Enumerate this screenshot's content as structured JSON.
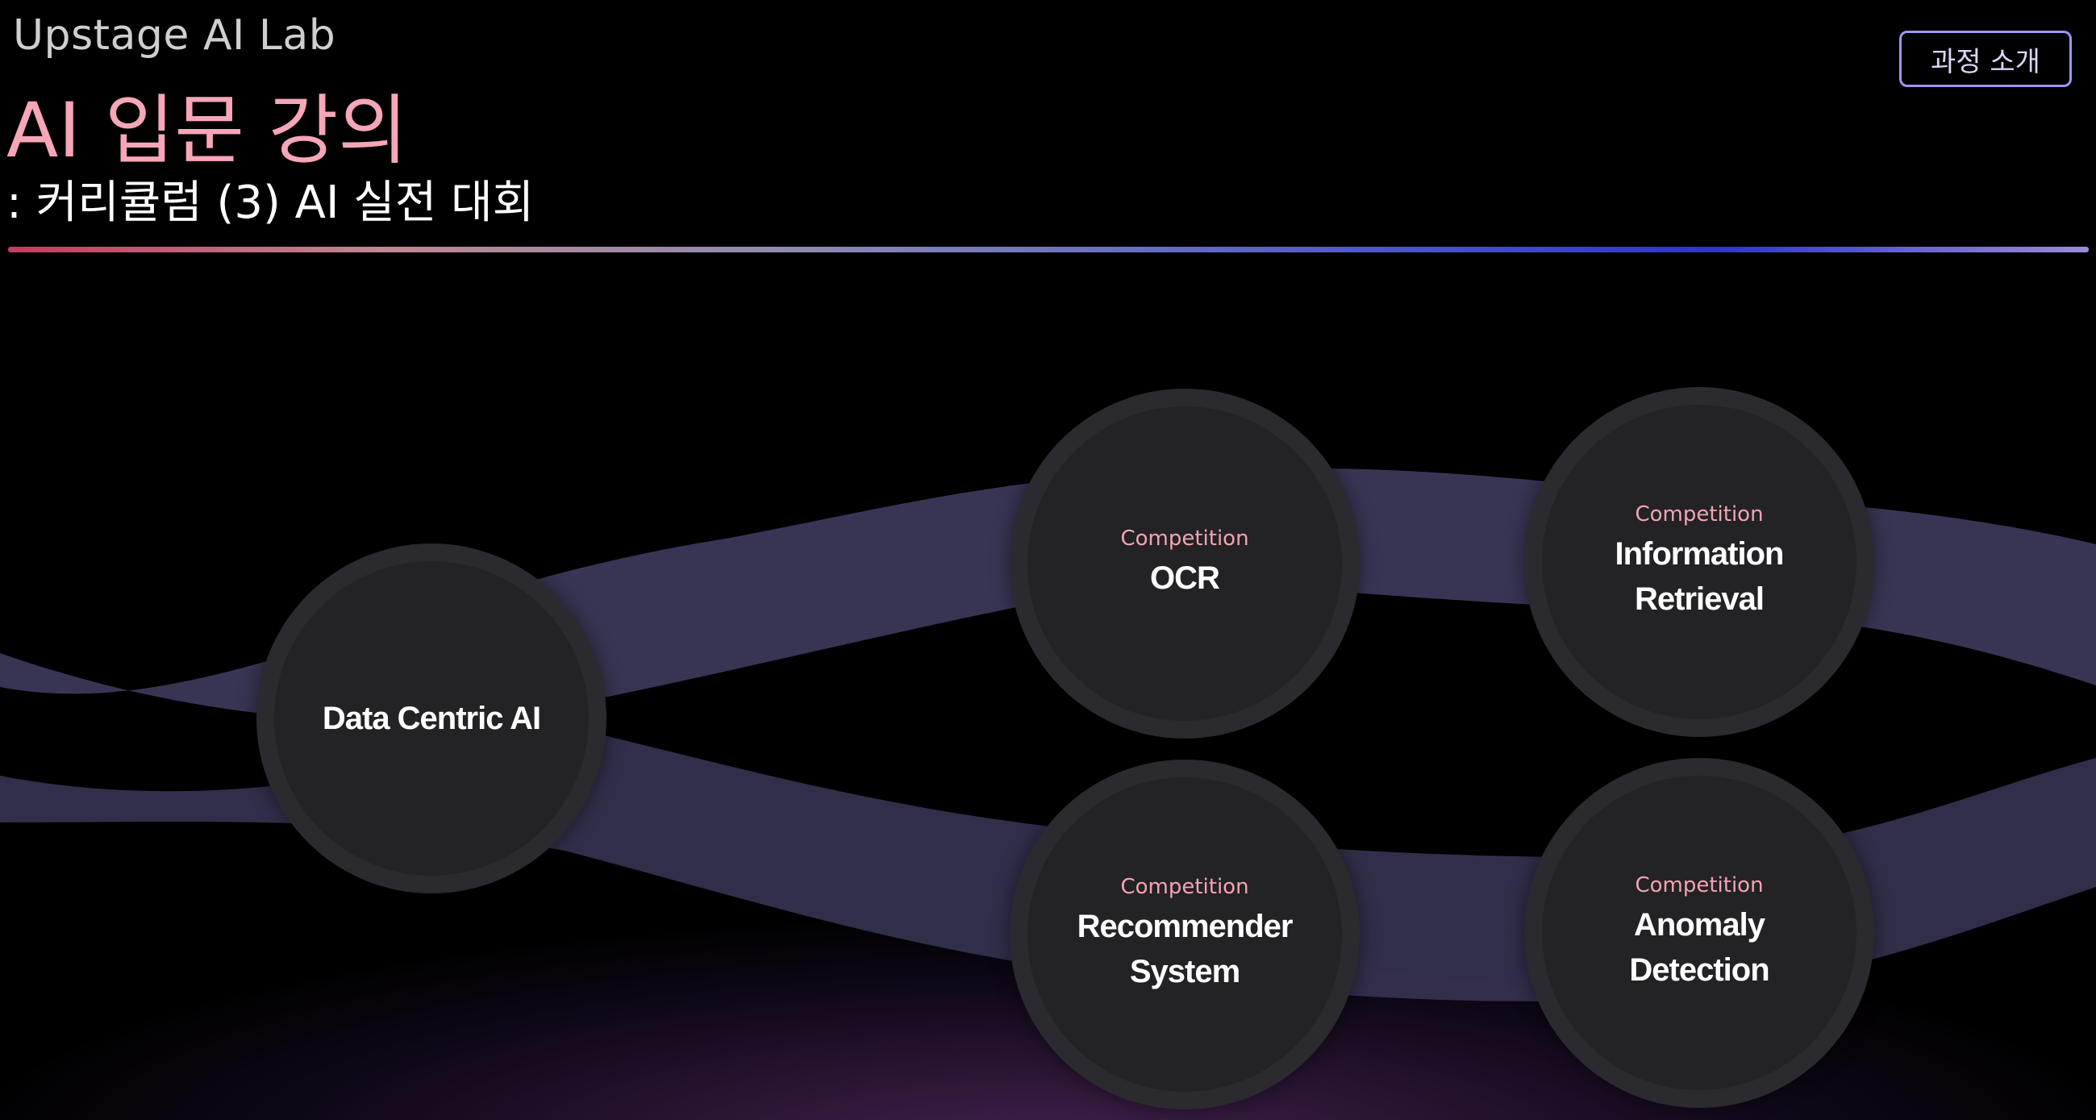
{
  "header": {
    "brand": "Upstage AI Lab",
    "title": "AI 입문 강의",
    "subtitle": ": 커리큘럼 (3) AI 실전 대회",
    "nav_button_label": "과정 소개"
  },
  "curriculum": {
    "nodes": [
      {
        "id": "data-centric-ai",
        "tag": "",
        "label": "Data Centric AI"
      },
      {
        "id": "ocr",
        "tag": "Competition",
        "label": "OCR"
      },
      {
        "id": "information-retrieval",
        "tag": "Competition",
        "label": "Information\nRetrieval"
      },
      {
        "id": "recommender-system",
        "tag": "Competition",
        "label": "Recommender\nSystem"
      },
      {
        "id": "anomaly-detection",
        "tag": "Competition",
        "label": "Anomaly\nDetection"
      }
    ]
  },
  "colors": {
    "accent_pink": "#f7a6b7",
    "node_fill": "#232225",
    "path_band": "#3a3755",
    "button_border": "#9b96f0"
  }
}
